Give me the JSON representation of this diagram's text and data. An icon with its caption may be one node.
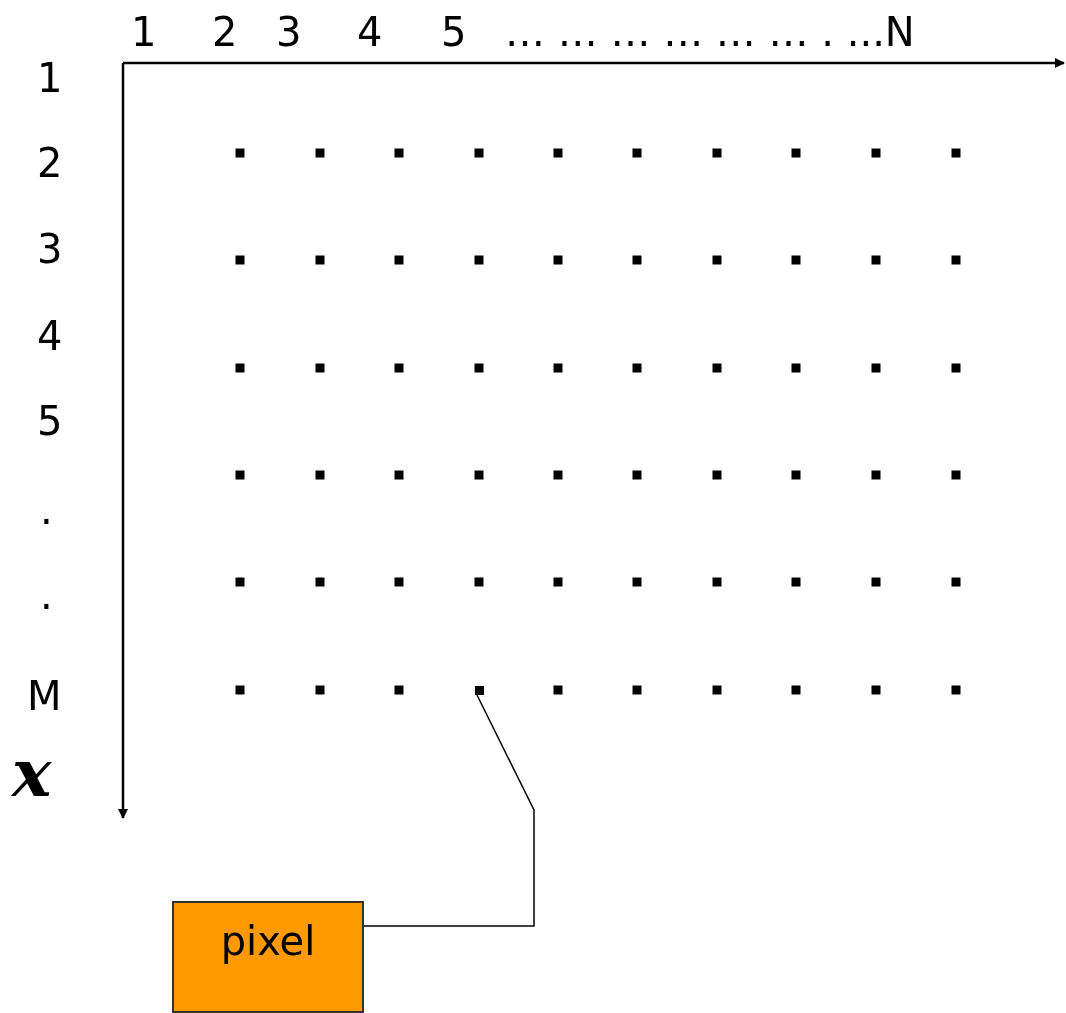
{
  "diagram": {
    "nodes": [
      {
        "text": [
          "pixel"
        ]
      },
      {
        "text": [],
        "shape": "box"
      }
    ],
    "edges": [
      {
        "from": 0,
        "to": 1,
        "arrow": "none"
      }
    ],
    "labels": [
      "1",
      "2",
      "3",
      "4",
      "5",
      "… … … … … … . ...N",
      "1",
      "2",
      "3",
      "4",
      "5",
      ".",
      ".",
      "M",
      "x"
    ]
  }
}
